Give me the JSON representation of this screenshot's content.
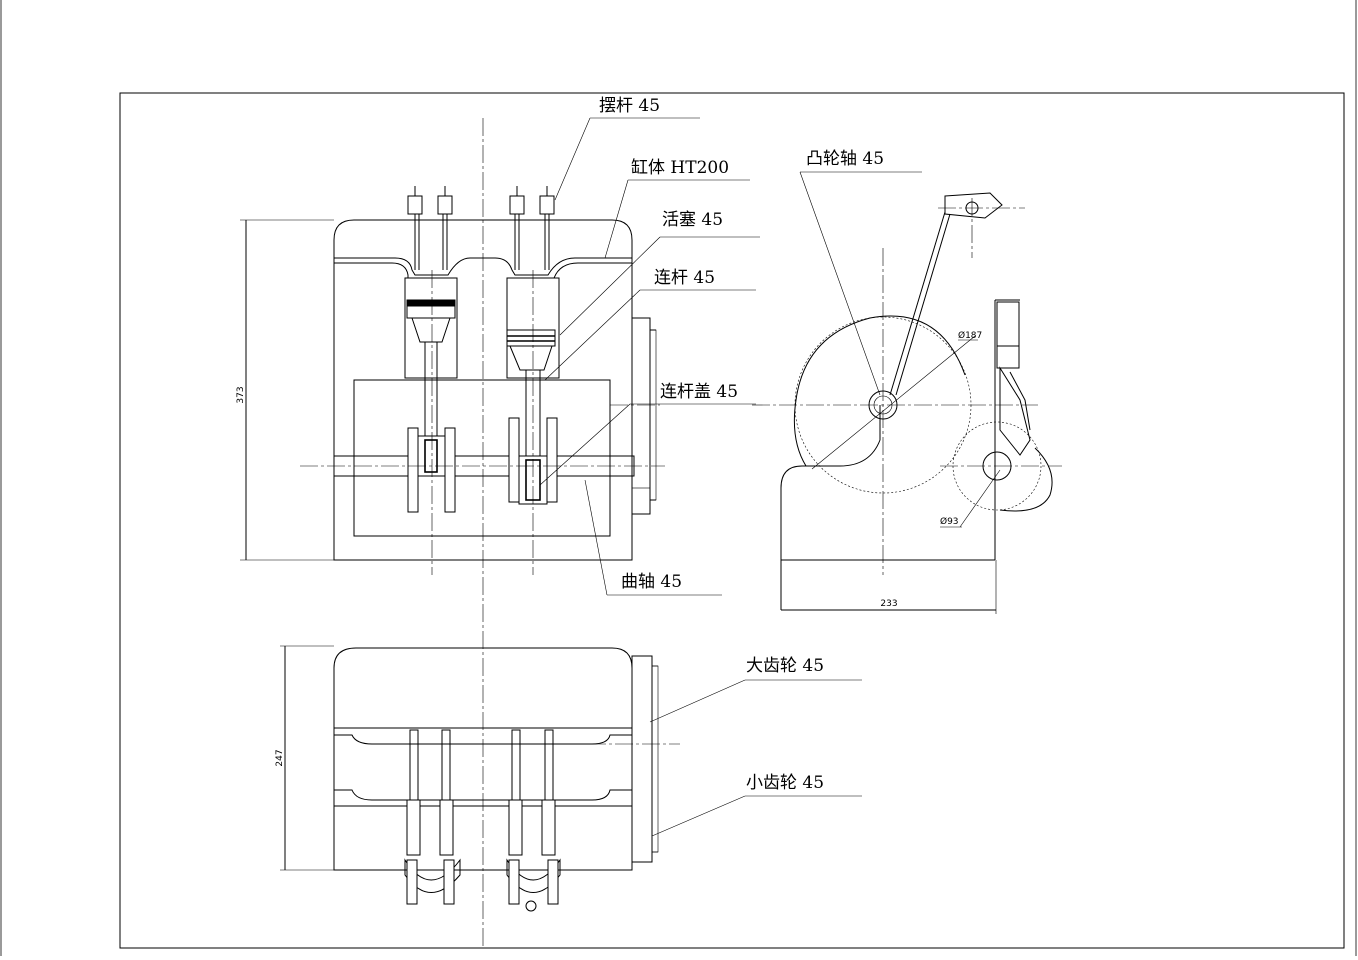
{
  "labels": {
    "rocker": "摆杆 45",
    "cylinder": "缸体 HT200",
    "piston": "活塞 45",
    "conrod": "连杆 45",
    "conrod_cap": "连杆盖 45",
    "crankshaft": "曲轴 45",
    "camshaft": "凸轮轴  45",
    "big_gear": "大齿轮  45",
    "small_gear": "小齿轮  45"
  },
  "dimensions": {
    "front_height": "373",
    "side_width": "233",
    "big_dia": "Ø187",
    "small_dia": "Ø93",
    "top_height": "247"
  }
}
